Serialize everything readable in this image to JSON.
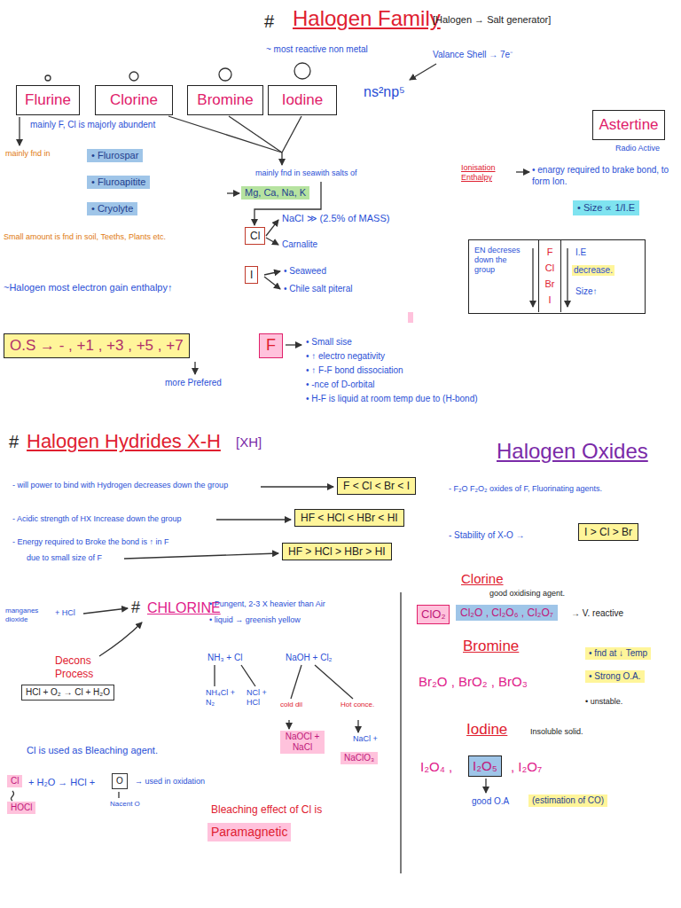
{
  "diagram": {
    "title": "Halogen Family",
    "nodes": [
      {
        "text": [
          "Flurine"
        ]
      },
      {
        "text": [
          "Clorine"
        ]
      },
      {
        "text": [
          "Bromine"
        ]
      },
      {
        "text": [
          "Iodine"
        ]
      },
      {
        "text": [
          "Astertine"
        ]
      },
      {
        "text": [
          "• Flurospar"
        ]
      },
      {
        "text": [
          "• Fluroapitite"
        ]
      },
      {
        "text": [
          "• Cryolyte"
        ]
      },
      {
        "text": [
          "Mg, Ca, Na, K"
        ]
      },
      {
        "text": [
          "Cl"
        ]
      },
      {
        "text": [
          "I"
        ]
      },
      {
        "text": [
          "• Size ∝ 1/I.E"
        ]
      },
      {
        "text": [
          "EN decreses down the group",
          "I.E",
          "decrease.",
          "Size↑"
        ]
      },
      {
        "text": [
          "F Cl Br I"
        ],
        "in": 12
      },
      {
        "text": [
          "O.S → - , +1 , +3 , +5 , +7"
        ]
      },
      {
        "text": [
          "F"
        ]
      },
      {
        "text": [
          "F < Cl < Br < I"
        ]
      },
      {
        "text": [
          "HF < HCl < HBr < HI"
        ]
      },
      {
        "text": [
          "HF > HCl > HBr > HI"
        ]
      },
      {
        "text": [
          "I > Cl > Br"
        ]
      },
      {
        "text": [
          "HCl + O₂ → Cl + H₂O"
        ]
      },
      {
        "text": [
          "NaOCl + NaCl"
        ]
      },
      {
        "text": [
          "NaClO₃"
        ]
      },
      {
        "text": [
          "Cl"
        ]
      },
      {
        "text": [
          "O"
        ]
      },
      {
        "text": [
          "HOCl"
        ]
      },
      {
        "text": [
          "Paramagnetic"
        ]
      },
      {
        "text": [
          "ClO₂"
        ]
      },
      {
        "text": [
          "Cl₂O , Cl₂O₆ , Cl₂O₇"
        ]
      },
      {
        "text": [
          "• fnd at ↓ Temp"
        ]
      },
      {
        "text": [
          "• Strong O.A."
        ]
      },
      {
        "text": [
          "I₂O₅"
        ]
      },
      {
        "text": [
          "(estimation of CO)"
        ]
      }
    ],
    "labels": [
      "#",
      "[Halogen → Salt generator]",
      "~ most reactive non metal",
      "Valance Shell → 7e⁻",
      "ns²np⁵",
      "mainly F, Cl is majorly abundent",
      "Radio Active",
      "mainly fnd in",
      "Small amount is fnd in soil, Teeths, Plants etc.",
      "mainly fnd in seawith salts of",
      "NaCl ≫ (2.5% of MASS)",
      "Carnalite",
      "• Seaweed",
      "• Chile salt piteral",
      "~Halogen most electron gain enthalpy↑",
      "Ionisation Enthalpy",
      "• enargy required to brake bond, to form Ion.",
      "more Prefered",
      "• Small sise",
      "• ↑ electro negativity",
      "• ↑ F-F bond dissociation",
      "• -nce of D-orbital",
      "• H-F is liquid at room temp due to (H-bond)",
      "#",
      "Halogen Hydrides X-H",
      "[XH]",
      "Halogen Oxides",
      "- will power to bind with Hydrogen decreases down the group",
      "- Acidic strength of HX Increase down the group",
      "- Energy required to Broke the bond is ↑ in F",
      "due to small size of F",
      "- F₂O F₂O₂ oxides of F, Fluorinating agents.",
      "- Stability of X-O →",
      "manganes dioxide",
      "+ HCl",
      "#",
      "CHLORINE",
      "• Pungent, 2-3 X heavier than Air",
      "• liquid → greenish yellow",
      "Decons Process",
      "NH₃ + Cl",
      "NH₄Cl + N₂",
      "NCl + HCl",
      "NaOH + Cl₂",
      "cold dil",
      "Hot conce.",
      "NaCl +",
      "Cl is used as Bleaching agent.",
      "+ H₂O → HCl +",
      "→ used in oxidation",
      "Nacent O",
      "Bleaching effect of Cl is",
      "Clorine",
      "good oxidising agent.",
      "→ V. reactive",
      "Bromine",
      "Br₂O , BrO₂ , BrO₃",
      "• unstable.",
      "Iodine",
      "Insoluble solid.",
      "I₂O₄ ,",
      ", I₂O₇",
      "good O.A"
    ]
  }
}
